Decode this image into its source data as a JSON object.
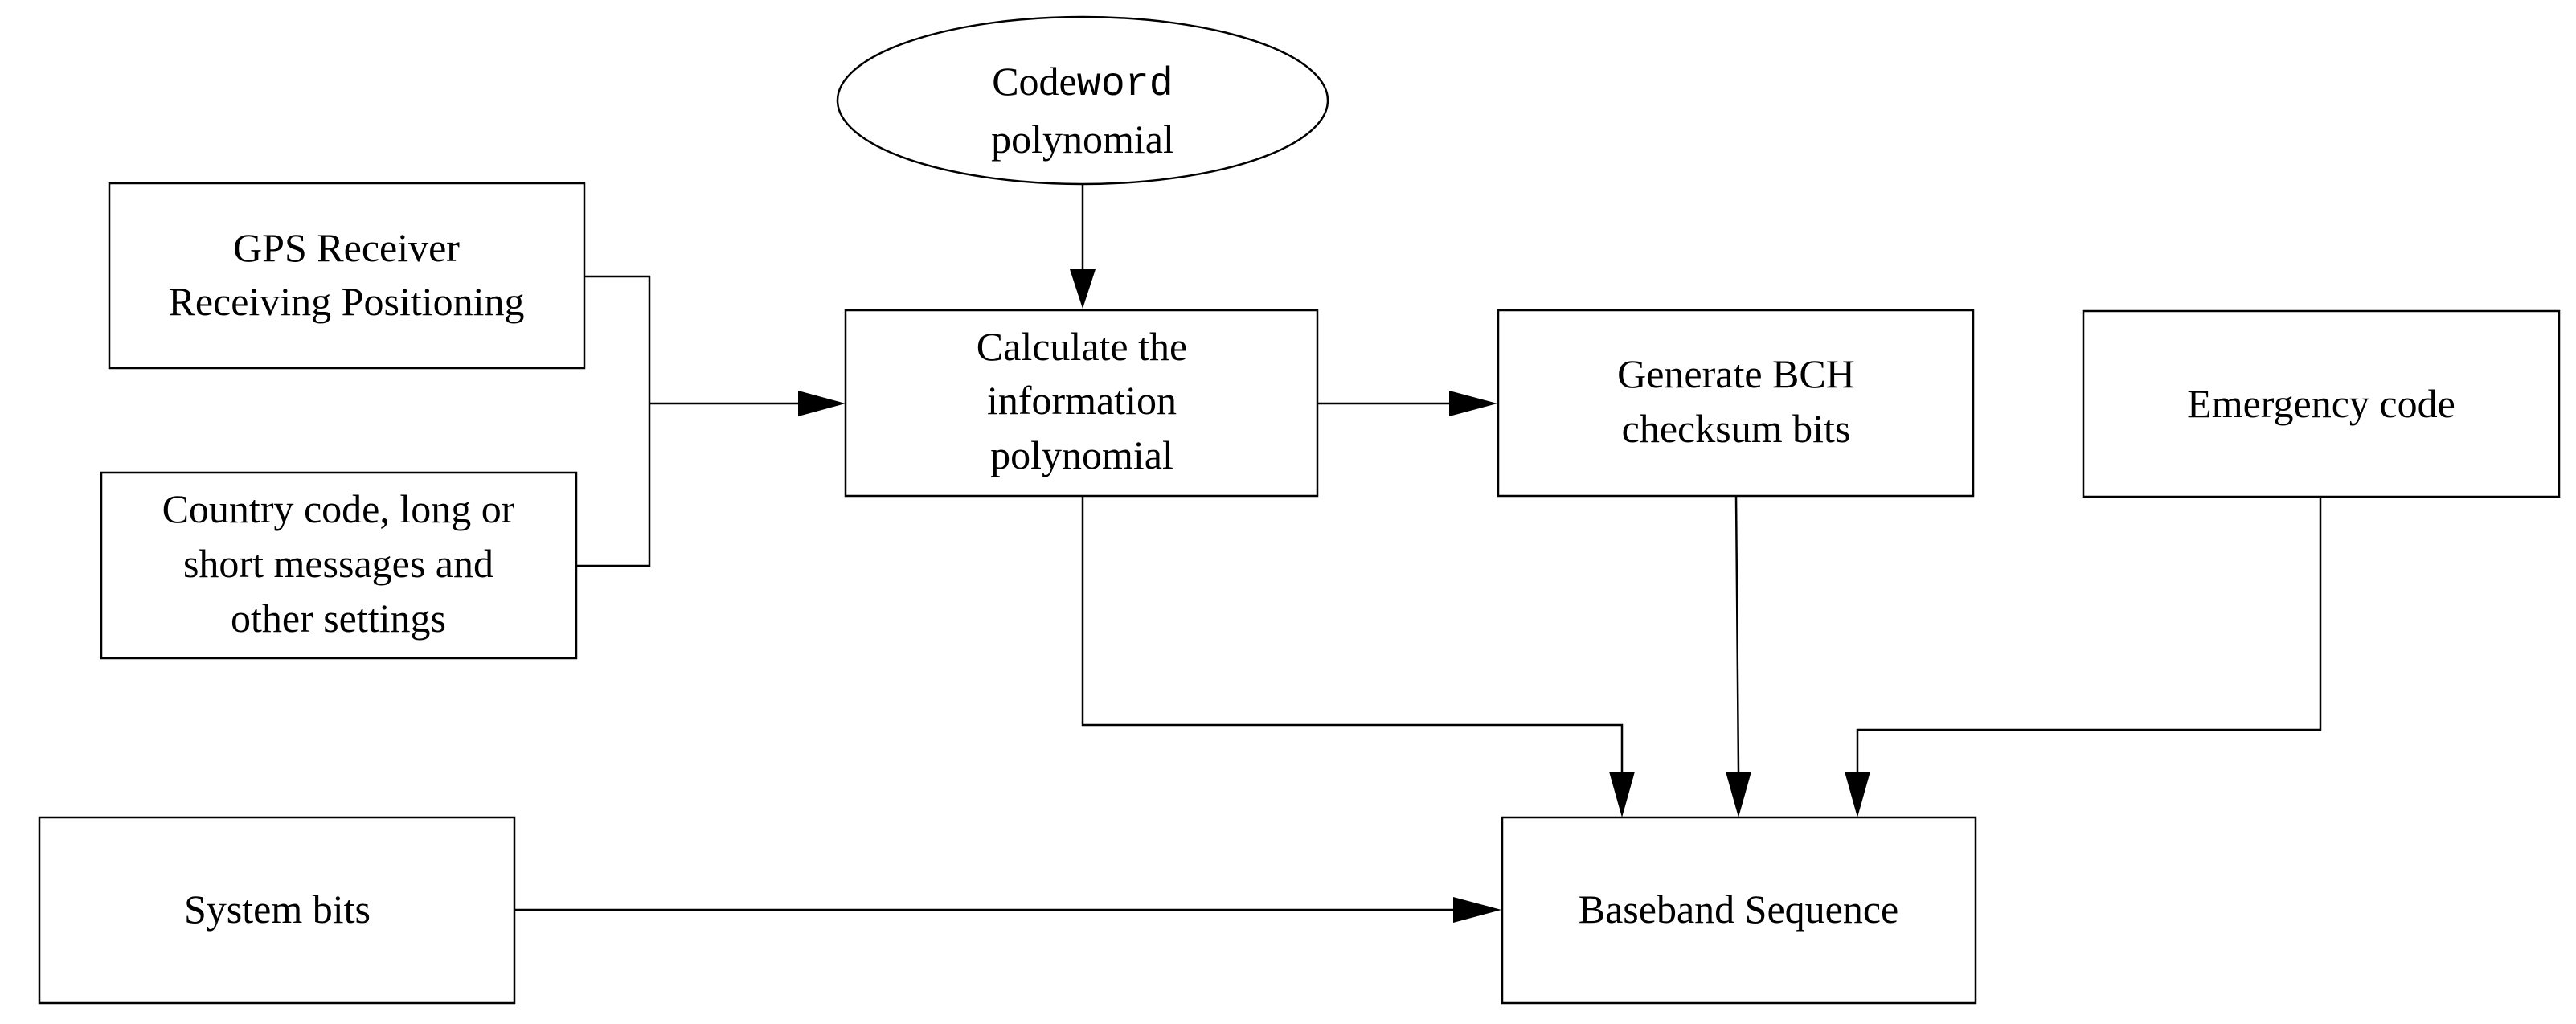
{
  "nodes": {
    "codeword": {
      "line1_a": "Code",
      "line1_b": "word",
      "line2": "polynomial"
    },
    "gps_receiver": {
      "line1": "GPS Receiver",
      "line2": "Receiving Positioning"
    },
    "country_code": {
      "line1": "Country code, long or",
      "line2": "short messages and",
      "line3": "other settings"
    },
    "calculate_info": {
      "line1": "Calculate the",
      "line2": "information",
      "line3": "polynomial"
    },
    "generate_bch": {
      "line1": "Generate BCH",
      "line2": "checksum bits"
    },
    "emergency_code": {
      "line1": "Emergency code"
    },
    "system_bits": {
      "line1": "System bits"
    },
    "baseband_sequence": {
      "line1": "Baseband Sequence"
    }
  },
  "edges": [
    {
      "from": "codeword",
      "to": "calculate_info"
    },
    {
      "from": "gps_receiver",
      "to": "calculate_info"
    },
    {
      "from": "country_code",
      "to": "calculate_info"
    },
    {
      "from": "calculate_info",
      "to": "generate_bch"
    },
    {
      "from": "calculate_info",
      "to": "baseband_sequence"
    },
    {
      "from": "generate_bch",
      "to": "baseband_sequence"
    },
    {
      "from": "emergency_code",
      "to": "baseband_sequence"
    },
    {
      "from": "system_bits",
      "to": "baseband_sequence"
    }
  ]
}
